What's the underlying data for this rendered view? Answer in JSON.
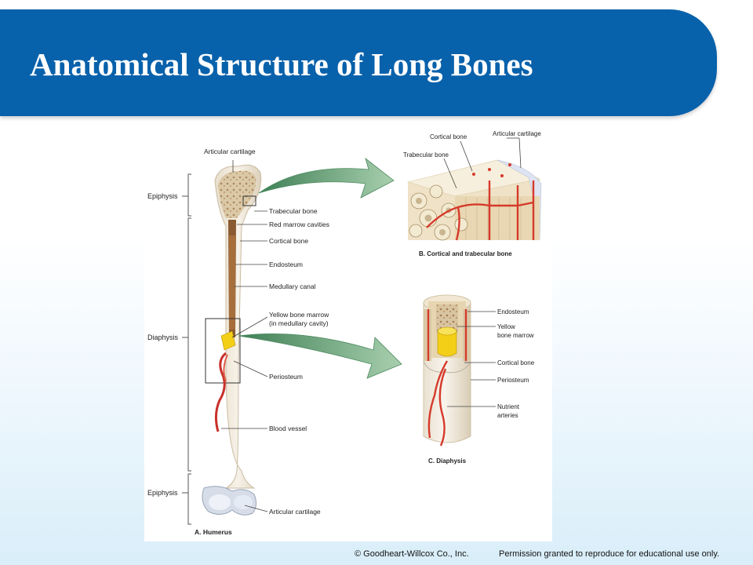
{
  "slide": {
    "title": "Anatomical Structure of Long Bones"
  },
  "figure": {
    "bracket_labels": {
      "epiphysis_top": "Epiphysis",
      "diaphysis": "Diaphysis",
      "epiphysis_bottom": "Epiphysis"
    },
    "humerus_labels": {
      "articular_cartilage_top": "Articular cartilage",
      "trabecular_bone": "Trabecular bone",
      "red_marrow_cavities": "Red marrow cavities",
      "cortical_bone": "Cortical bone",
      "endosteum": "Endosteum",
      "medullary_canal": "Medullary canal",
      "yellow_marrow_line1": "Yellow bone marrow",
      "yellow_marrow_line2": "(in medullary cavity)",
      "periosteum": "Periosteum",
      "blood_vessel": "Blood vessel",
      "articular_cartilage_bottom": "Articular cartilage"
    },
    "panel_b_labels": {
      "cortical_bone": "Cortical bone",
      "articular_cartilage": "Articular cartilage",
      "trabecular_bone": "Trabecular bone"
    },
    "panel_c_labels": {
      "endosteum": "Endosteum",
      "yellow_line1": "Yellow",
      "yellow_line2": "bone marrow",
      "cortical_bone": "Cortical bone",
      "periosteum": "Periosteum",
      "nutrient_line1": "Nutrient",
      "nutrient_line2": "arteries"
    },
    "captions": {
      "a": "A.  Humerus",
      "b": "B.  Cortical and trabecular bone",
      "c": "C.  Diaphysis"
    }
  },
  "footer": {
    "copyright": "© Goodheart-Willcox Co., Inc.",
    "permission": "Permission granted to reproduce for educational use only."
  },
  "colors": {
    "title_bar": "#0861ab",
    "bone": "#f2ece0",
    "marrow_red": "#a87a4a",
    "yellow_marrow": "#f4cf18",
    "artery": "#d63a2b",
    "arrow_green": "#6aa77a"
  }
}
